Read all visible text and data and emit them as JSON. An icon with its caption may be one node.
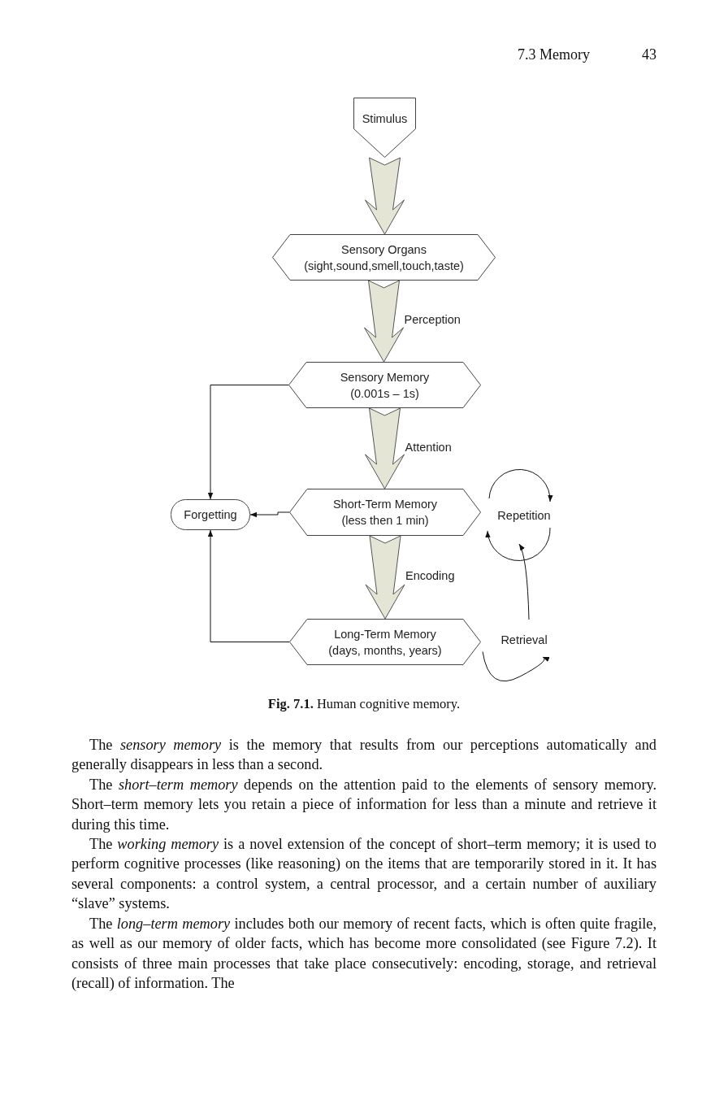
{
  "diagram": {
    "caption": "**Fig. 7.1.** Human cognitive memory.",
    "nodes": [
      {
        "text": [
          "Stimulus"
        ]
      },
      {
        "text": [
          "Sensory Organs",
          "(sight,sound,smell,touch,taste)"
        ]
      },
      {
        "text": [
          "Sensory Memory",
          "(0.001s – 1s)"
        ]
      },
      {
        "text": [
          "Short-Term Memory",
          "(less then 1 min)"
        ]
      },
      {
        "text": [
          "Forgetting"
        ]
      },
      {
        "text": [
          "Long-Term Memory",
          "(days, months, years)"
        ]
      },
      {
        "text": [
          "Repetition"
        ]
      },
      {
        "text": [
          "Retrieval"
        ]
      }
    ],
    "edges": [
      {
        "from": 0,
        "to": 1,
        "arrow": "to",
        "style": "thick",
        "color": "#e5e5d6"
      },
      {
        "from": 1,
        "to": 2,
        "arrow": "to",
        "label": "Perception",
        "style": "thick",
        "color": "#e5e5d6"
      },
      {
        "from": 2,
        "to": 3,
        "arrow": "to",
        "label": "Attention",
        "style": "thick",
        "color": "#e5e5d6"
      },
      {
        "from": 3,
        "to": 5,
        "arrow": "to",
        "label": "Encoding",
        "style": "thick",
        "color": "#e5e5d6"
      },
      {
        "from": 2,
        "to": 4,
        "arrow": "to"
      },
      {
        "from": 3,
        "to": 4,
        "arrow": "to"
      },
      {
        "from": 5,
        "to": 4,
        "arrow": "to"
      },
      {
        "from": 6,
        "to": 6,
        "arrow": "to"
      },
      {
        "from": 6,
        "to": 6,
        "arrow": "to"
      },
      {
        "from": 7,
        "to": 6,
        "arrow": "to"
      },
      {
        "from": 5,
        "to": 7,
        "arrow": "to"
      }
    ],
    "labels": [
      "7.3 Memory",
      "43",
      "The *sensory memory* is the memory that results from our perceptions automatically and generally disappears in less than a second.",
      "The *short–term memory* depends on the attention paid to the elements of sensory memory. Short–term memory lets you retain a piece of information for less than a minute and retrieve it during this time.",
      "The *working memory* is a novel extension of the concept of short–term memory; it is used to perform cognitive processes (like reasoning) on the items that are temporarily stored in it. It has several components: a control system, a central processor, and a certain number of auxiliary “slave” systems.",
      "The *long–term memory* includes both our memory of recent facts, which is often quite fragile, as well as our memory of older facts, which has become more consolidated (see Figure 7.2). It consists of three main processes that take place consecutively: encoding, storage, and retrieval (recall) of information. The"
    ]
  }
}
